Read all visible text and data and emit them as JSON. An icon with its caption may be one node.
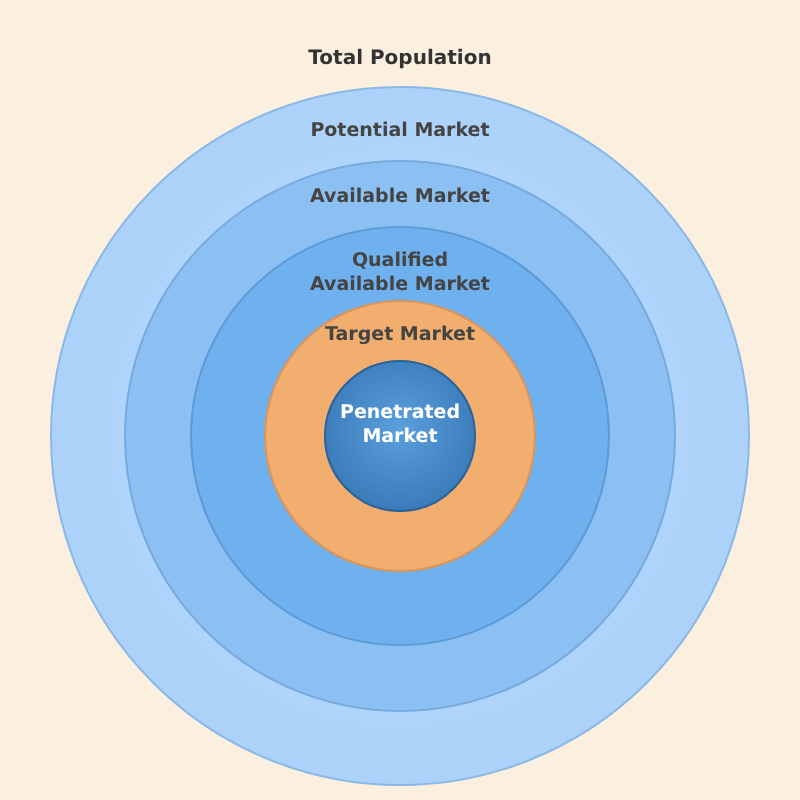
{
  "diagram": {
    "title": "Total Population",
    "nodes": [
      {
        "text": [
          "Potential Market"
        ]
      },
      {
        "text": [
          "Available Market"
        ],
        "in": 0
      },
      {
        "text": [
          "Qualified Available Market"
        ],
        "in": 1
      },
      {
        "text": [
          "Target Market"
        ],
        "in": 2
      },
      {
        "text": [
          "Penetrated Market"
        ],
        "in": 3
      }
    ]
  }
}
